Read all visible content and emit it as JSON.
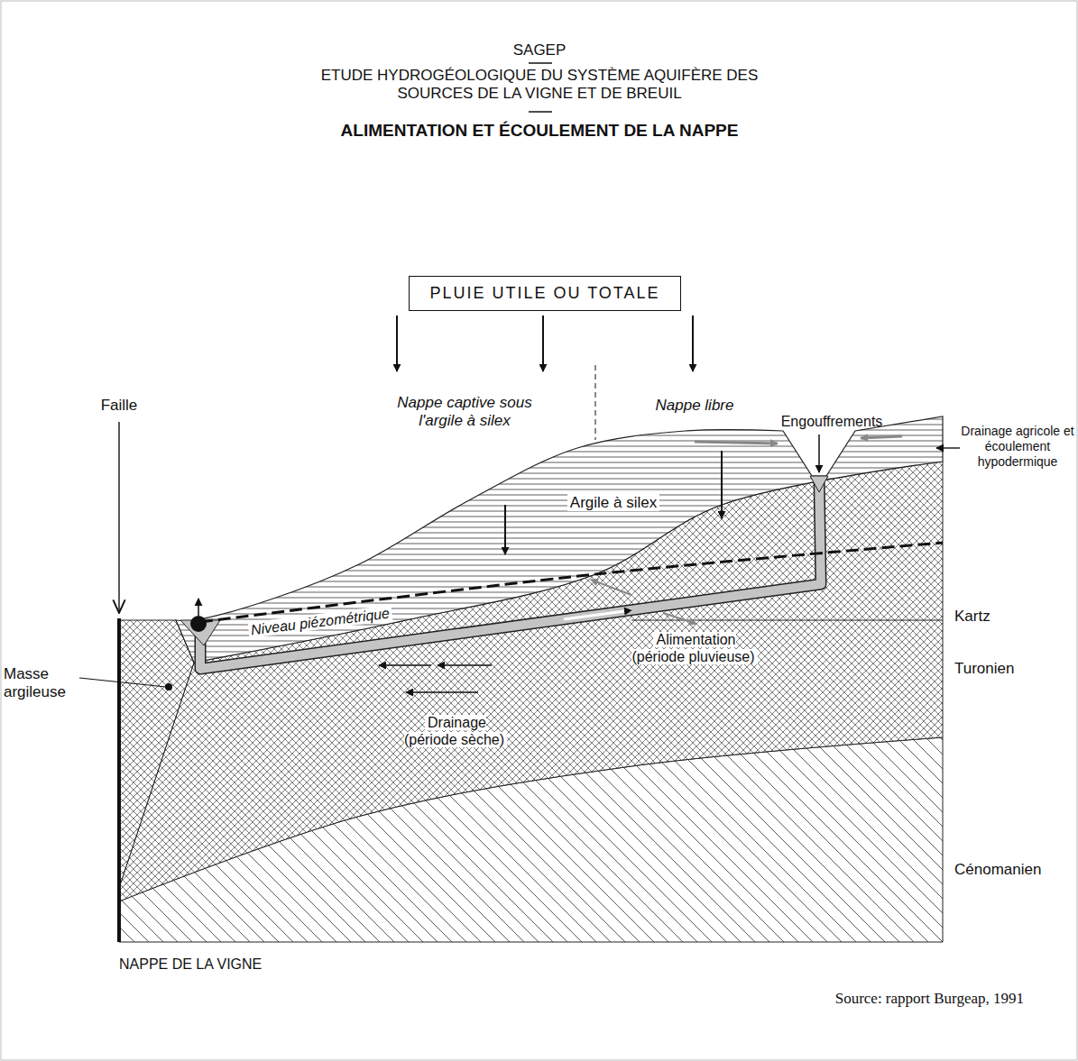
{
  "diagram": {
    "title": "ALIMENTATION ET ÉCOULEMENT DE LA NAPPE",
    "caption": "Source: rapport Burgeap, 1991",
    "nodes": [
      {
        "text": [
          "PLUIE UTILE OU TOTALE"
        ]
      }
    ],
    "labels": [
      "SAGEP",
      "ETUDE HYDROGÉOLOGIQUE DU SYSTÈME AQUIFÈRE DES SOURCES DE LA VIGNE ET DE BREUIL",
      "Faille",
      "Nappe captive sous l'argile à silex",
      "Nappe libre",
      "Engouffrements",
      "Drainage agricole et écoulement hypodermique",
      "Argile à silex",
      "Masse argileuse",
      "Niveau piézométrique",
      "Alimentation (période pluvieuse)",
      "Kartz",
      "Turonien",
      "Drainage (période sèche)",
      "Cénomanien",
      "NAPPE DE LA VIGNE"
    ]
  }
}
